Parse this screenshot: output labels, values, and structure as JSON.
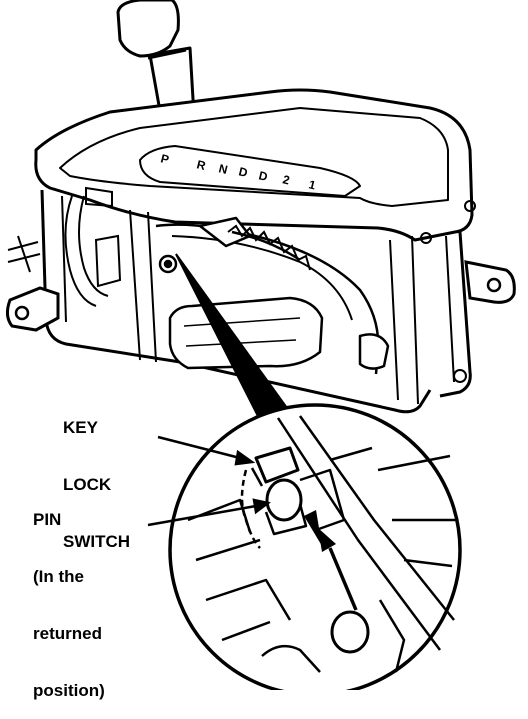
{
  "labels": {
    "key_lock_switch": [
      "KEY",
      "LOCK",
      "SWITCH"
    ],
    "pin": [
      "PIN",
      "(In the",
      "returned",
      "position)"
    ]
  },
  "gear_positions": [
    "P",
    "R",
    "N",
    "D",
    "D",
    "2",
    "1"
  ],
  "colors": {
    "line": "#000000",
    "background": "#ffffff"
  }
}
